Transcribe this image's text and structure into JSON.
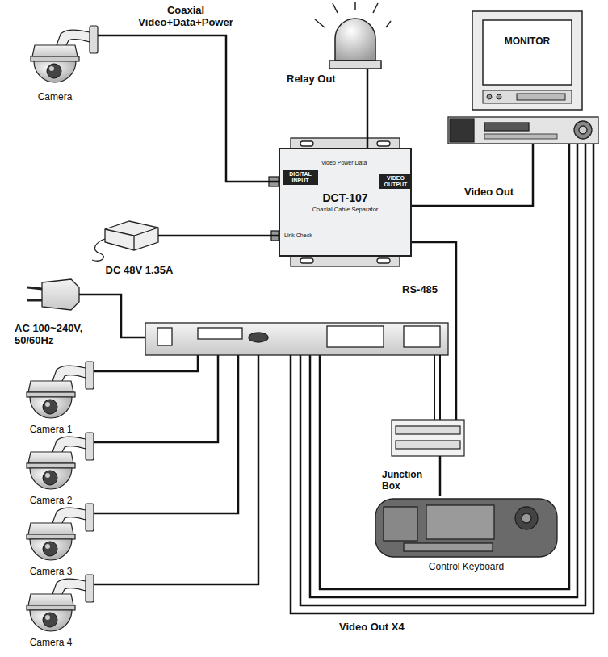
{
  "diagram": {
    "nodes": [
      {
        "text": [
          "Camera"
        ]
      },
      {
        "text": [
          "Relay Out"
        ]
      },
      {
        "text": [
          "MONITOR"
        ]
      },
      {
        "text": [
          "DCT-107",
          "Coaxial Cable Separator"
        ]
      },
      {
        "text": [
          "DC 48V 1.35A"
        ]
      },
      {
        "text": [
          "AC 100~240V, 50/60Hz"
        ]
      },
      {
        "text": [
          "Junction Box"
        ]
      },
      {
        "text": [
          "Control Keyboard"
        ]
      },
      {
        "text": [
          "Camera 1"
        ]
      },
      {
        "text": [
          "Camera 2"
        ]
      },
      {
        "text": [
          "Camera 3"
        ]
      },
      {
        "text": [
          "Camera 4"
        ]
      }
    ],
    "edges": [
      {
        "from": 0,
        "to": 3,
        "arrow": "none"
      },
      {
        "from": 3,
        "to": 1,
        "arrow": "none"
      },
      {
        "from": 4,
        "to": 3,
        "arrow": "none"
      },
      {
        "from": 3,
        "to": 6,
        "arrow": "none"
      },
      {
        "from": 6,
        "to": 7,
        "arrow": "none"
      }
    ],
    "labels": [
      "Coaxial Video+Data+Power",
      "Video Out",
      "RS-485",
      "Video Out X4",
      "DIGITAL INPUT",
      "VIDEO OUTPUT",
      "Video Power Data",
      "Link Check"
    ]
  }
}
